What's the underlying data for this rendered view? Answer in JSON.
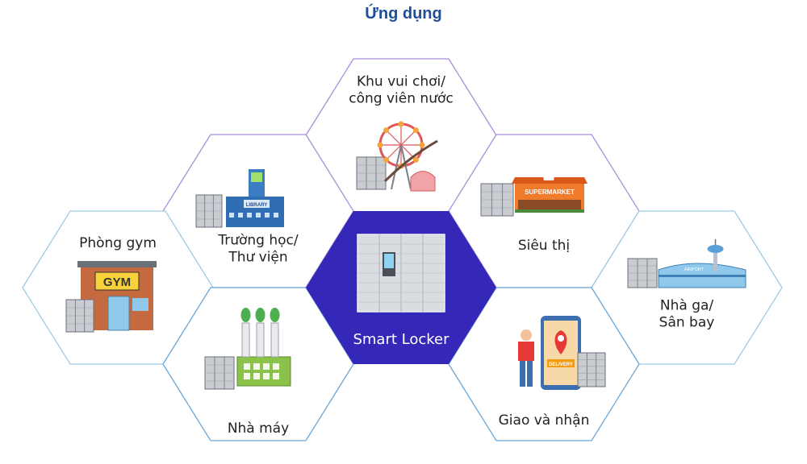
{
  "title": "Ứng dụng",
  "colors": {
    "title": "#1f4e9a",
    "center_fill": "#3527b8",
    "outline_purple": "#a88ed9",
    "outline_blue": "#6aa7d8",
    "outline_lightblue": "#9ecbe6",
    "locker_grey": "#c9ccd1",
    "locker_dark": "#6b7078"
  },
  "center": {
    "label": "Smart Locker",
    "icon": "smart-locker-icon"
  },
  "hexes": [
    {
      "id": "amusement",
      "lines": [
        "Khu vui chơi/",
        "công viên nước"
      ],
      "icon": "ferris-wheel-icon"
    },
    {
      "id": "school",
      "lines": [
        "Trường học/",
        "Thư viện"
      ],
      "icon": "library-icon",
      "sign": "LIBRARY"
    },
    {
      "id": "supermarket",
      "lines": [
        "Siêu thị"
      ],
      "icon": "supermarket-icon",
      "sign": "SUPERMARKET"
    },
    {
      "id": "gym",
      "lines": [
        "Phòng gym"
      ],
      "icon": "gym-icon",
      "sign": "GYM"
    },
    {
      "id": "airport",
      "lines": [
        "Nhà ga/",
        "Sân bay"
      ],
      "icon": "airport-icon",
      "sign": "AIRPORT"
    },
    {
      "id": "factory",
      "lines": [
        "Nhà máy"
      ],
      "icon": "factory-icon"
    },
    {
      "id": "delivery",
      "lines": [
        "Giao và nhận"
      ],
      "icon": "delivery-icon",
      "sign": "DELIVERY"
    }
  ]
}
